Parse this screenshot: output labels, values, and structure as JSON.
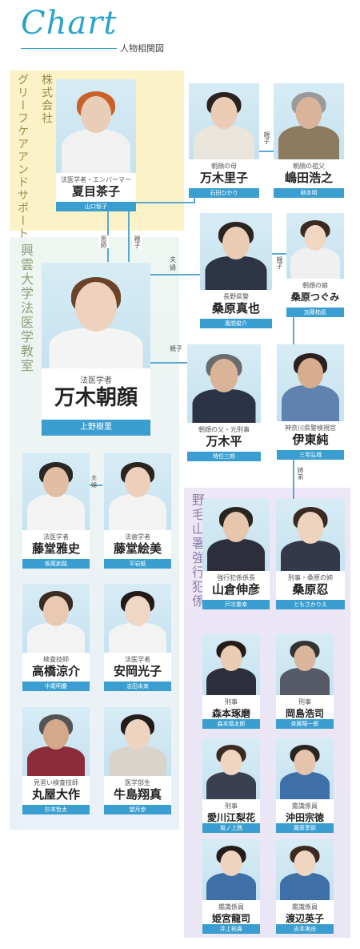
{
  "header": {
    "title": "Chart",
    "subtitle": "人物相関図"
  },
  "groups": {
    "grief_line1": "株式会社",
    "grief_line2": "グリーフケアアンドサポート",
    "univ": "興雲大学法医学教室",
    "police": "野毛山署強行犯係"
  },
  "relations": {
    "onshi": "恩師",
    "oyako_a": "親子",
    "oyako_b": "親子",
    "oyako_c": "親子",
    "oyako_d": "親子",
    "fuufu_a": "夫婦",
    "fuufu_b": "夫婦",
    "shitei": "姉弟"
  },
  "colors": {
    "accent": "#3a9fd0",
    "grief_bg": "#fbf2c8",
    "univ_bg": "#eef6f2",
    "police_bg": "#ece6f6"
  },
  "cards": {
    "natsume": {
      "role": "法医学者・エンバーマー",
      "name": "夏目茶子",
      "actor": "山口智子"
    },
    "mariko": {
      "role": "朝顔の母",
      "name": "万木里子",
      "actor": "石田ひかり"
    },
    "hiroyuki": {
      "role": "朝顔の祖父",
      "name": "嶋田浩之",
      "actor": "柄本明"
    },
    "asagao": {
      "role": "法医学者",
      "name": "万木朝顔",
      "actor": "上野樹里"
    },
    "shinya": {
      "role": "長野県警",
      "name": "桑原真也",
      "actor": "風間俊介"
    },
    "tsugumi": {
      "role": "朝顔の娘",
      "name": "桑原つぐみ",
      "actor": "加藤柚凪"
    },
    "taira": {
      "role": "朝顔の父・元刑事",
      "name": "万木平",
      "actor": "時任三郎"
    },
    "ito": {
      "role": "神奈川県警検視官",
      "name": "伊東純",
      "actor": "三宅弘城"
    },
    "masashi": {
      "role": "法医学者",
      "name": "藤堂雅史",
      "actor": "板尾創路"
    },
    "emi": {
      "role": "法歯学者",
      "name": "藤堂絵美",
      "actor": "平岩紙"
    },
    "takahashi": {
      "role": "検査技師",
      "name": "高橋涼介",
      "actor": "中尾明慶"
    },
    "anoka": {
      "role": "法医学者",
      "name": "安岡光子",
      "actor": "志田未来"
    },
    "maruya": {
      "role": "見習い検査技師",
      "name": "丸屋大作",
      "actor": "杉本哲太"
    },
    "ushijima": {
      "role": "医学部生",
      "name": "牛島翔真",
      "actor": "望月歩"
    },
    "yamakura": {
      "role": "強行犯係係長",
      "name": "山倉伸彦",
      "actor": "戸次重幸"
    },
    "shinobu": {
      "role": "刑事・桑原の姉",
      "name": "桑原忍",
      "actor": "ともさかりえ"
    },
    "morimoto": {
      "role": "刑事",
      "name": "森本琢磨",
      "actor": "森本慎太郎"
    },
    "okajima": {
      "role": "刑事",
      "name": "岡島浩司",
      "actor": "斉藤陽一郎"
    },
    "aikawa": {
      "role": "刑事",
      "name": "愛川江梨花",
      "actor": "坂ノ上茜"
    },
    "okita": {
      "role": "鑑識係員",
      "name": "沖田宗徳",
      "actor": "藤原季節"
    },
    "himemiya": {
      "role": "鑑識係員",
      "name": "姫宮龍司",
      "actor": "井上祐貴"
    },
    "watanabe": {
      "role": "鑑識係員",
      "name": "渡辺英子",
      "actor": "吉本実由"
    }
  }
}
